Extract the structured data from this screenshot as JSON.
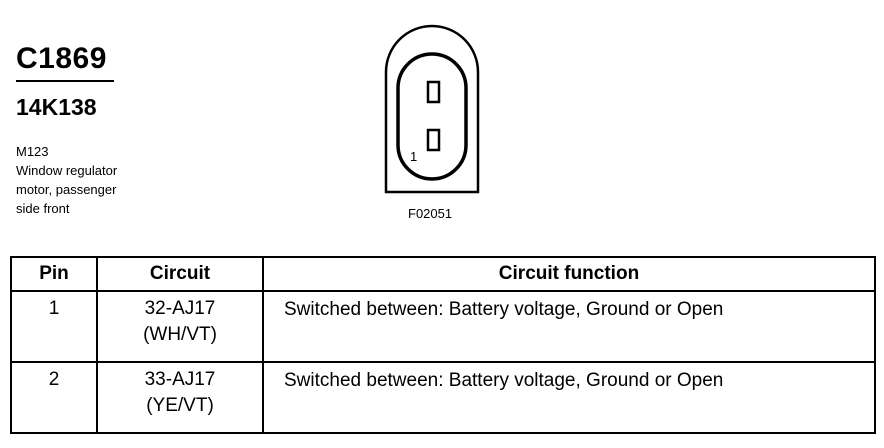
{
  "connector": {
    "id": "C1869",
    "part_number": "14K138",
    "description_lines": [
      "M123",
      "Window regulator",
      "motor, passenger",
      "side front"
    ]
  },
  "diagram": {
    "pin_marker": "1",
    "figure_code": "F02051"
  },
  "table": {
    "headers": {
      "pin": "Pin",
      "circuit": "Circuit",
      "function": "Circuit function"
    },
    "rows": [
      {
        "pin": "1",
        "circuit": "32-AJ17",
        "color": "(WH/VT)",
        "function": "Switched between: Battery voltage, Ground or Open"
      },
      {
        "pin": "2",
        "circuit": "33-AJ17",
        "color": "(YE/VT)",
        "function": "Switched between: Battery voltage, Ground or Open"
      }
    ]
  }
}
